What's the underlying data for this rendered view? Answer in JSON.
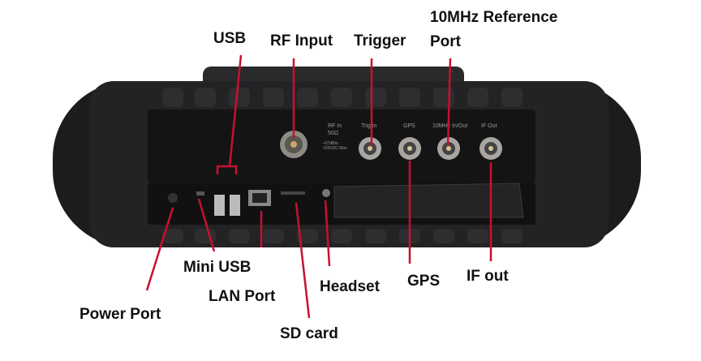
{
  "labels": {
    "usb": "USB",
    "rf_input": "RF Input",
    "trigger": "Trigger",
    "ref_port_line1": "10MHz Reference",
    "ref_port_line2": "Port",
    "mini_usb": "Mini USB",
    "lan_port": "LAN Port",
    "power_port": "Power Port",
    "sd_card": "SD card",
    "headset": "Headset",
    "gps": "GPS",
    "if_out": "IF out"
  },
  "device_text": {
    "rf_in": "RF In",
    "rf_ohm": "50Ω",
    "warn1": "+27dBm",
    "warn2": "±25VDC Max",
    "trig_in": "Trig In",
    "gps": "GPS",
    "ref": "10MHz In/Out",
    "if_out": "IF Out"
  },
  "colors": {
    "leader": "#c8102e",
    "body": "#1c1c1e"
  }
}
